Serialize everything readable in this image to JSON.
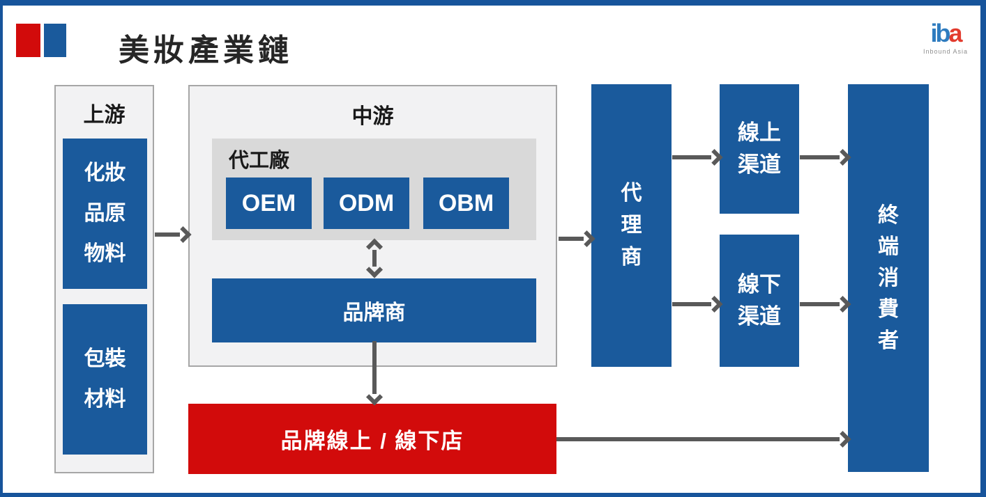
{
  "header": {
    "title": "美妝產業鏈",
    "logo": {
      "letter_i": "i",
      "letter_b": "b",
      "letter_a": "a",
      "caption": "Inbound Asia"
    }
  },
  "upstream": {
    "label": "上游",
    "raw_materials": {
      "lines": [
        "化妝",
        "品原",
        "物料"
      ]
    },
    "packaging": {
      "lines": [
        "包裝",
        "材料"
      ]
    }
  },
  "midstream": {
    "label": "中游",
    "factory": {
      "label": "代工廠",
      "items": [
        "OEM",
        "ODM",
        "OBM"
      ]
    },
    "brand": {
      "label": "品牌商"
    }
  },
  "agent": {
    "lines": [
      "代",
      "理",
      "商"
    ]
  },
  "channels": {
    "online": {
      "lines": [
        "線上",
        "渠道"
      ]
    },
    "offline": {
      "lines": [
        "線下",
        "渠道"
      ]
    }
  },
  "consumer": {
    "lines": [
      "終",
      "端",
      "消",
      "費",
      "者"
    ]
  },
  "brand_store": {
    "label": "品牌線上 / 線下店"
  },
  "colors": {
    "primary_blue": "#1A5A9C",
    "frame_blue": "#17549B",
    "accent_red": "#D20B0B",
    "arrow_gray": "#595959",
    "panel_bg": "#F2F2F3",
    "panel_border": "#A6A6A6",
    "factory_bg": "#D9D9D9",
    "title_color": "#262626",
    "logo_blue": "#2F7CBF",
    "logo_red": "#E23B2E"
  }
}
